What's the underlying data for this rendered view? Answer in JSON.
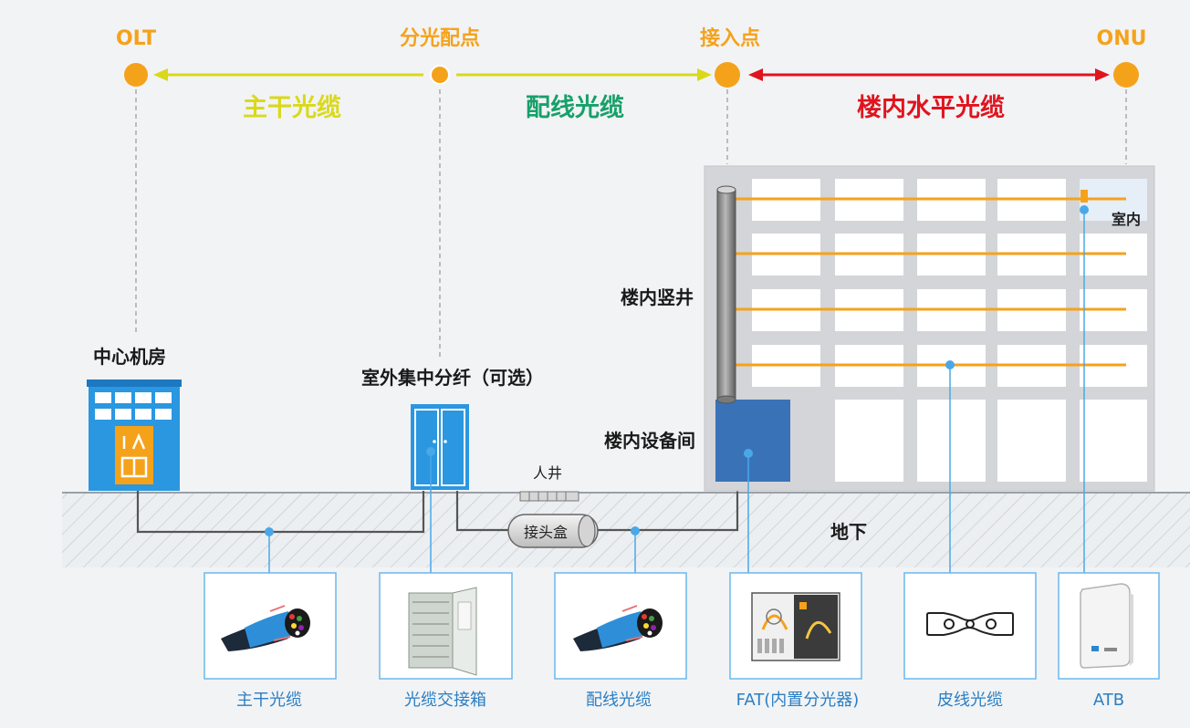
{
  "nodes": {
    "olt": "OLT",
    "split_point": "分光配点",
    "access_point": "接入点",
    "onu": "ONU"
  },
  "segments": {
    "trunk": "主干光缆",
    "distribution": "配线光缆",
    "indoor_horizontal": "楼内水平光缆"
  },
  "labels": {
    "central_office": "中心机房",
    "outdoor_split": "室外集中分纤（可选）",
    "manhole": "人井",
    "splice_box": "接头盒",
    "underground": "地下",
    "riser": "楼内竖井",
    "equipment_room": "楼内设备间",
    "indoor": "室内"
  },
  "equipment": [
    {
      "caption": "主干光缆",
      "icon": "fiber-cable-icon"
    },
    {
      "caption": "光缆交接箱",
      "icon": "cross-connect-cabinet-icon"
    },
    {
      "caption": "配线光缆",
      "icon": "fiber-cable-icon"
    },
    {
      "caption": "FAT(内置分光器)",
      "icon": "fat-box-icon"
    },
    {
      "caption": "皮线光缆",
      "icon": "drop-cable-icon"
    },
    {
      "caption": "ATB",
      "icon": "atb-panel-icon"
    }
  ],
  "colors": {
    "node": "#f5a21b",
    "trunk": "#d9d91a",
    "distribution": "#17a06a",
    "indoor_horizontal": "#e0141e",
    "accent_blue": "#2a86d0"
  }
}
